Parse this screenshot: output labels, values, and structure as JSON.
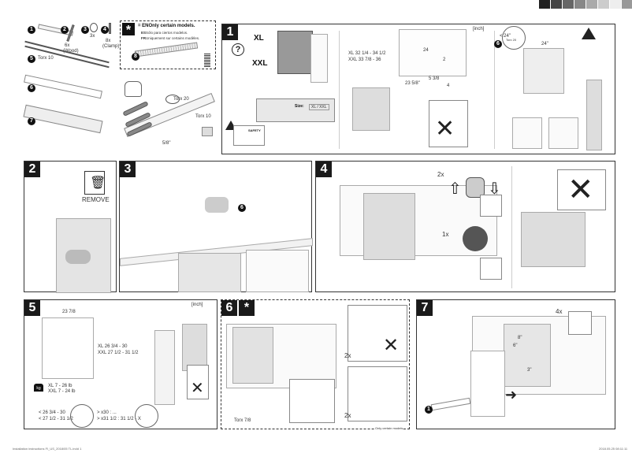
{
  "color_bar": [
    "#222222",
    "#444444",
    "#666666",
    "#888888",
    "#aaaaaa",
    "#cccccc",
    "#eeeeee",
    "#999999"
  ],
  "accessories": {
    "items": [
      {
        "num": "1"
      },
      {
        "num": "2",
        "qty": "6x",
        "note": "(Wood)"
      },
      {
        "num": "3",
        "qty": "3x"
      },
      {
        "num": "4",
        "qty": "8x",
        "note": "(Clamp)"
      },
      {
        "num": "5",
        "size": "Torx 10"
      },
      {
        "num": "6"
      },
      {
        "num": "7"
      }
    ]
  },
  "notice": {
    "symbol": "*",
    "en_code": "EN",
    "en": "Only certain models.",
    "es_code": "ES",
    "es": "Sólo para ciertos modelos.",
    "fr_code": "FR",
    "fr": "Uniquement sur certains modèles.",
    "part_num": "8"
  },
  "tools": {
    "torx1": "Torx 20",
    "torx2": "Torx 10",
    "size1": "5/8\""
  },
  "steps": {
    "s1": {
      "num": "1",
      "xl": "XL",
      "xxl": "XXL",
      "question": "?",
      "size_label": "Size:",
      "size_value": "XL / XXL",
      "safety": "SAFETY",
      "unit": "[inch]",
      "height_xl": "XL 32 1/4 - 34 1/2",
      "height_xxl": "XXL 33 7/8 - 36",
      "dim_depth": "24",
      "dim_width": "23 5/8\"",
      "dim_2": "2",
      "dim_5": "5 3/8",
      "dim_4": "4",
      "dim_top": "24\"",
      "strip_len": "< 24\"",
      "strip_part": "6",
      "strip_torx": "Torx 20"
    },
    "s2": {
      "num": "2",
      "remove": "REMOVE"
    },
    "s3": {
      "num": "3",
      "part": "6"
    },
    "s4": {
      "num": "4",
      "qty1": "2x",
      "qty2": "1x"
    },
    "s5": {
      "num": "5",
      "unit": "[inch]",
      "width": "23 7/8",
      "height_xl": "XL  26 3/4 - 30",
      "height_xxl": "XXL  27 1/2 - 31 1/2",
      "weight_xl": "XL  7 - 26 lb",
      "weight_xxl": "XXL  7 - 24 lb",
      "kg": "kg",
      "note1": "< 26 3/4 - 30",
      "note2": "< 27 1/2 - 31 1/2",
      "note3": "> x30  :  ...",
      "note4": "> x31 1/2  :  31 1/2 - X"
    },
    "s6": {
      "num": "6",
      "star": "*",
      "torx": "Torx 7/8",
      "qty1": "2x",
      "qty2": "2x",
      "only": "Only certain models."
    },
    "s7": {
      "num": "7",
      "qty": "4x",
      "d1": "8\"",
      "d2": "6\"",
      "d3": "3\"",
      "part": "1"
    }
  },
  "footer": {
    "left": "Installation instructions FI_US_2018/05 TL.indd 1",
    "right": "2018.05.25  08:11:11"
  }
}
